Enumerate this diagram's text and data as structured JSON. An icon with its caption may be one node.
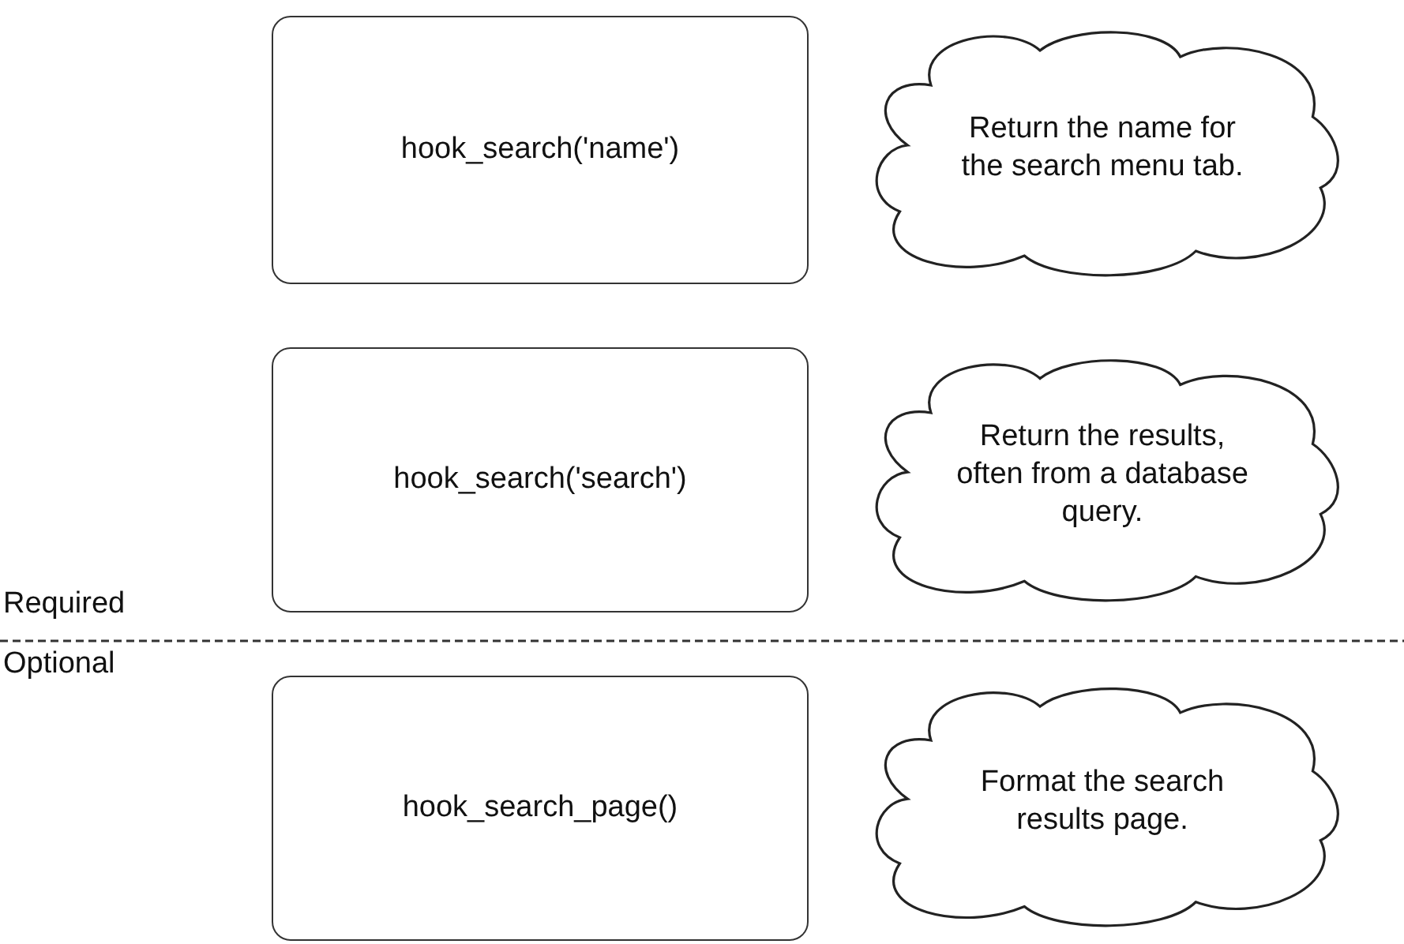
{
  "diagram": {
    "nodes": [
      {
        "text": [
          "hook_search('name')"
        ]
      },
      {
        "text": [
          "Return the name for the search menu tab."
        ]
      },
      {
        "text": [
          "hook_search('search')"
        ]
      },
      {
        "text": [
          "Return the results, often from a database query."
        ]
      },
      {
        "text": [
          "hook_search_page()"
        ]
      },
      {
        "text": [
          "Format the search results page."
        ]
      }
    ],
    "labels": [
      "Required",
      "Optional"
    ]
  }
}
